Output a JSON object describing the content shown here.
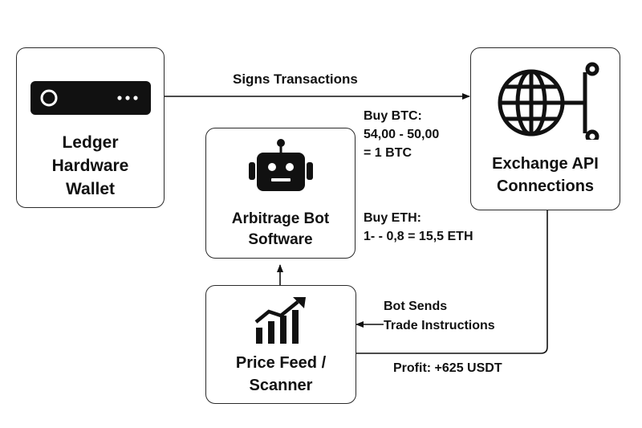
{
  "nodes": {
    "ledger": {
      "title_lines": [
        "Ledger",
        "Hardware",
        "Wallet"
      ]
    },
    "exchange": {
      "title_lines": [
        "Exchange API",
        "Connections"
      ]
    },
    "bot": {
      "title_lines": [
        "Arbitrage Bot",
        "Software"
      ]
    },
    "scanner": {
      "title_lines": [
        "Price Feed /",
        "Scanner"
      ]
    }
  },
  "edges": {
    "signs": "Signs Transactions",
    "bot_sends": [
      "Bot Sends",
      "Trade Instructions"
    ],
    "profit": "Profit: +625 USDT"
  },
  "trades": {
    "btc": [
      "Buy BTC:",
      "54,00 - 50,00",
      "= 1 BTC"
    ],
    "eth": [
      "Buy ETH:",
      "1- - 0,8 = 15,5 ETH"
    ]
  }
}
